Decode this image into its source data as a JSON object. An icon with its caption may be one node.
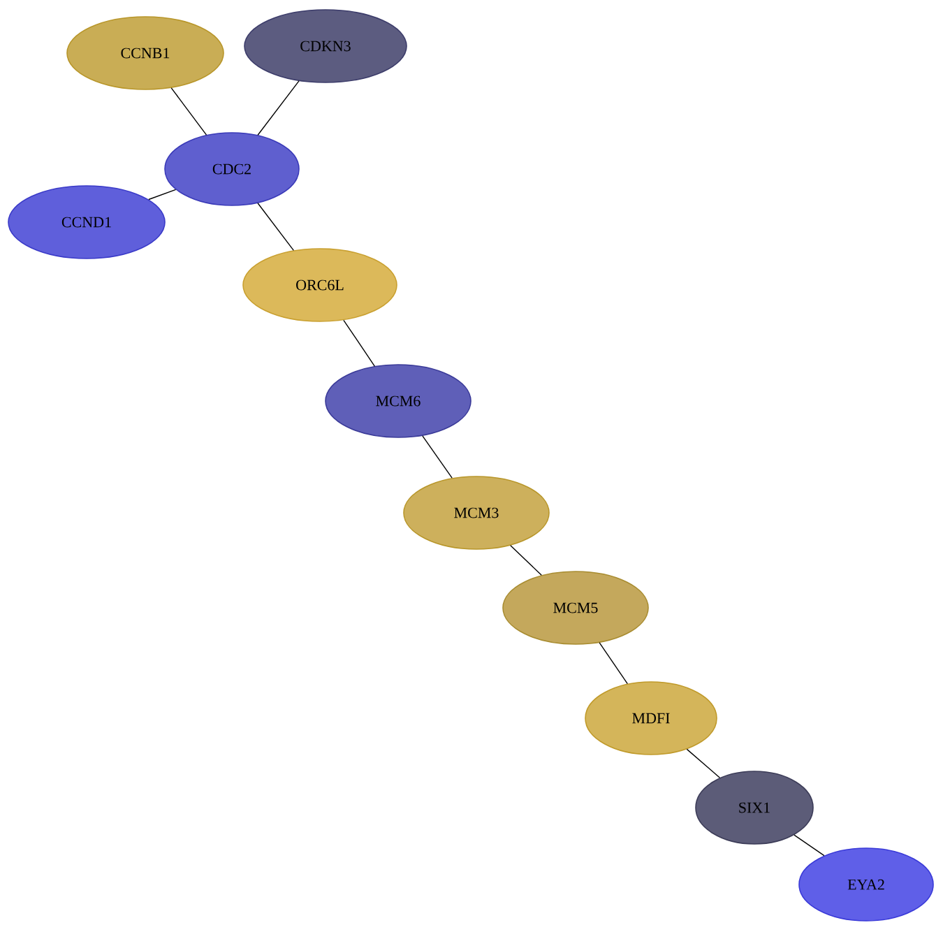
{
  "diagram": {
    "nodes": [
      {
        "text": [
          "CCNB1"
        ]
      },
      {
        "text": [
          "CDKN3"
        ]
      },
      {
        "text": [
          "CDC2"
        ]
      },
      {
        "text": [
          "CCND1"
        ]
      },
      {
        "text": [
          "ORC6L"
        ]
      },
      {
        "text": [
          "MCM6"
        ]
      },
      {
        "text": [
          "MCM3"
        ]
      },
      {
        "text": [
          "MCM5"
        ]
      },
      {
        "text": [
          "MDFI"
        ]
      },
      {
        "text": [
          "SIX1"
        ]
      },
      {
        "text": [
          "EYA2"
        ]
      }
    ],
    "edges": [
      {
        "from": 0,
        "to": 2,
        "arrow": "none"
      },
      {
        "from": 1,
        "to": 2,
        "arrow": "none"
      },
      {
        "from": 2,
        "to": 3,
        "arrow": "none"
      },
      {
        "from": 2,
        "to": 4,
        "arrow": "none"
      },
      {
        "from": 4,
        "to": 5,
        "arrow": "none"
      },
      {
        "from": 5,
        "to": 6,
        "arrow": "none"
      },
      {
        "from": 6,
        "to": 7,
        "arrow": "none"
      },
      {
        "from": 7,
        "to": 8,
        "arrow": "none"
      },
      {
        "from": 8,
        "to": 9,
        "arrow": "none"
      },
      {
        "from": 9,
        "to": 10,
        "arrow": "none"
      }
    ]
  }
}
